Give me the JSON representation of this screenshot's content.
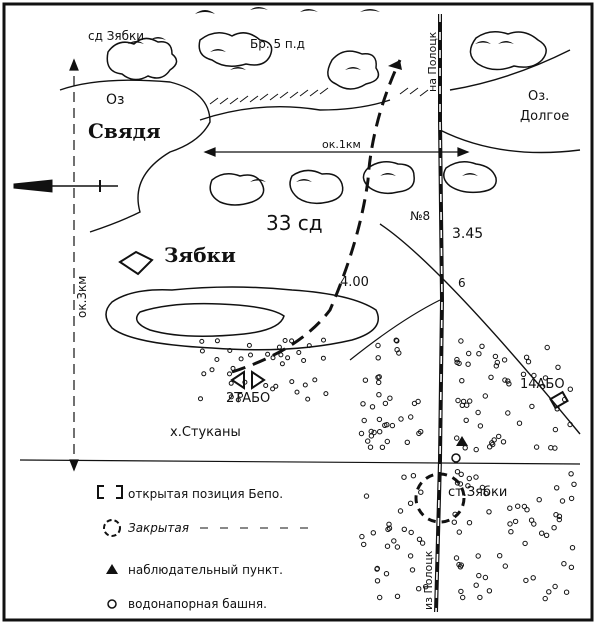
{
  "map": {
    "labels": {
      "zyabki_north": "сд Зябки",
      "brigade_5pd": "Бр. 5 п.д",
      "lake_svyada_abbr": "Оз",
      "lake_svyada_name": "Свядя",
      "lake_dolgoe_abbr": "Оз.",
      "lake_dolgoe_name": "Долгое",
      "to_polotsk_top": "на Полоцк",
      "width_1km": "ок.1км",
      "division_33": "33 сд",
      "track_no8": "№8",
      "time_345": "3.45",
      "time_400": "4.00",
      "village_zyabki": "Зябки",
      "distance_3km": "ок.3км",
      "post_6": "6",
      "tank_2": "2ТАБО",
      "tank_14": "14АБО",
      "village_stukany": "х.Стуканы",
      "station_zyabki": "ст.Зябки",
      "from_polotsk_bottom": "из Полоцк"
    },
    "legend": [
      {
        "symbol": "bracket",
        "text": "открытая позиция Бепо."
      },
      {
        "symbol": "dashed-circle",
        "text": "Закрытая"
      },
      {
        "symbol": "triangle",
        "text": "наблюдательный пункт."
      },
      {
        "symbol": "circle",
        "text": "водонапорная башня."
      }
    ],
    "colors": {
      "ink": "#111111",
      "paper": "#ffffff"
    }
  }
}
